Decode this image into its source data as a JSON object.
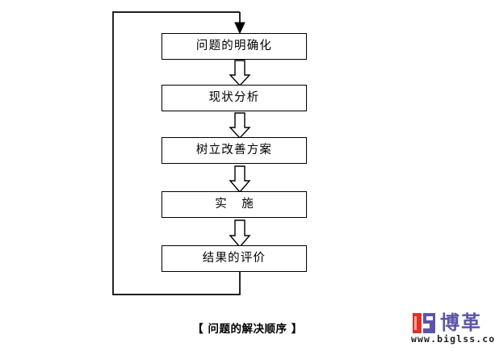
{
  "diagram": {
    "caption": "【 问题的解决顺序 】",
    "line_color": "#000000",
    "box_fill": "#ffffff",
    "steps": [
      {
        "id": "step-1",
        "label": "问题的明确化"
      },
      {
        "id": "step-2",
        "label": "现状分析"
      },
      {
        "id": "step-3",
        "label": "树立改善方案"
      },
      {
        "id": "step-4",
        "label": "实 施"
      },
      {
        "id": "step-5",
        "label": "结果的评价"
      }
    ],
    "connectors": [
      {
        "name": "entry-arrow",
        "type": "solid-arrow",
        "direction": "down"
      },
      {
        "name": "arrow-1-2",
        "type": "hollow-block-arrow",
        "direction": "down"
      },
      {
        "name": "arrow-2-3",
        "type": "hollow-block-arrow",
        "direction": "down"
      },
      {
        "name": "arrow-3-4",
        "type": "hollow-block-arrow",
        "direction": "down"
      },
      {
        "name": "arrow-4-5",
        "type": "hollow-block-arrow",
        "direction": "down"
      },
      {
        "name": "feedback-loop",
        "type": "polyline",
        "direction": "loop-back-to-top"
      }
    ]
  },
  "logo": {
    "mark_red": "#E03127",
    "mark_purple": "#5B55A6",
    "name_cn": "博革",
    "url": "www.biglss.com"
  }
}
